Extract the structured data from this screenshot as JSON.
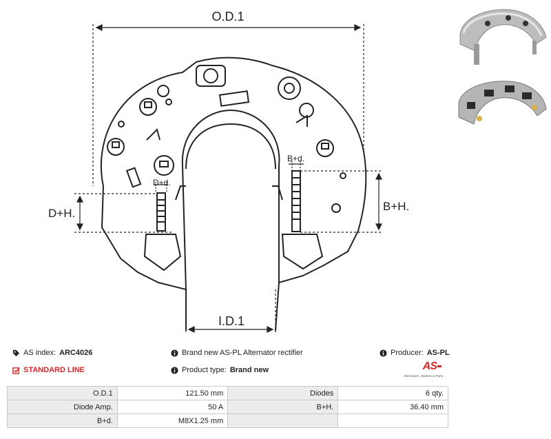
{
  "drawing": {
    "od_label": "O.D.1",
    "id_label": "I.D.1",
    "dh_label": "D+H.",
    "bh_label": "B+H.",
    "dd_label": "D+d.",
    "bd_label": "B+d."
  },
  "info": {
    "as_index_label": "AS index:",
    "as_index_value": "ARC4026",
    "standard_line": "STANDARD LINE",
    "description": "Brand new AS-PL Alternator rectifier",
    "product_type_label": "Product type:",
    "product_type_value": "Brand new",
    "producer_label": "Producer:",
    "producer_value": "AS-PL"
  },
  "logo": {
    "mark_a": "AS",
    "sub": "Alternators, Starters & Parts"
  },
  "specs": [
    {
      "l1": "O.D.1",
      "v1": "121.50 mm",
      "l2": "Diodes",
      "v2": "6 qty."
    },
    {
      "l1": "Diode Amp.",
      "v1": "50 A",
      "l2": "B+H.",
      "v2": "36.40 mm"
    },
    {
      "l1": "B+d.",
      "v1": "M8X1.25 mm",
      "l2": "",
      "v2": ""
    }
  ],
  "icons": {
    "tag": "tag-icon",
    "check": "checkbox-icon",
    "info": "info-icon"
  },
  "colors": {
    "accent": "#d6262b",
    "label_cell": "#ececec"
  }
}
